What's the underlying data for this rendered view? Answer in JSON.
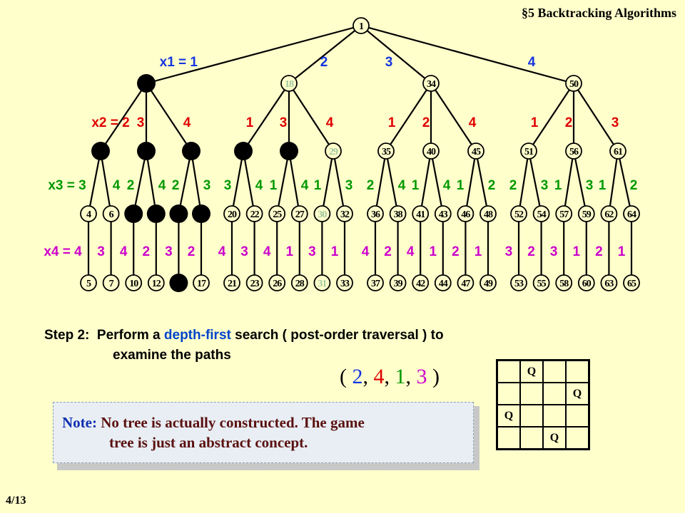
{
  "header": {
    "title": "§5  Backtracking Algorithms"
  },
  "page_number": "4/13",
  "colors": {
    "background": "#FFFFCC",
    "level1_label": "#1535E0",
    "level2_label": "#E00000",
    "level3_label": "#009900",
    "level4_label": "#CC00CC",
    "solution_node": "#A0C8A0",
    "node_fill": "#FFFFCC"
  },
  "tree": {
    "root_label": "1",
    "level1_labels": [
      "x1 = 1",
      "2",
      "3",
      "4"
    ],
    "level1_nodes": [
      "",
      "18",
      "34",
      "50"
    ],
    "level2_labels": [
      "x2 = 2",
      "3",
      "4",
      "1",
      "3",
      "4",
      "1",
      "2",
      "4",
      "1",
      "2",
      "3"
    ],
    "level2_nodes": [
      "",
      "",
      "",
      "",
      "",
      "29",
      "35",
      "40",
      "45",
      "51",
      "56",
      "61"
    ],
    "level3_labels": [
      "x3 = 3",
      "4",
      "2",
      "4",
      "2",
      "3",
      "3",
      "4",
      "1",
      "4",
      "1",
      "3",
      "2",
      "4",
      "1",
      "4",
      "1",
      "2",
      "2",
      "3",
      "1",
      "3",
      "1",
      "2"
    ],
    "level3_nodes": [
      "4",
      "6",
      "",
      "",
      "",
      "",
      "20",
      "22",
      "25",
      "27",
      "30",
      "32",
      "36",
      "38",
      "41",
      "43",
      "46",
      "48",
      "52",
      "54",
      "57",
      "59",
      "62",
      "64"
    ],
    "level4_labels": [
      "x4 = 4",
      "3",
      "4",
      "2",
      "3",
      "2",
      "4",
      "3",
      "4",
      "1",
      "3",
      "1",
      "4",
      "2",
      "4",
      "1",
      "2",
      "1",
      "3",
      "2",
      "3",
      "1",
      "2",
      "1"
    ],
    "level4_nodes": [
      "5",
      "7",
      "10",
      "12",
      "",
      "17",
      "21",
      "23",
      "26",
      "28",
      "31",
      "33",
      "37",
      "39",
      "42",
      "44",
      "47",
      "49",
      "53",
      "55",
      "58",
      "60",
      "63",
      "65"
    ],
    "dead_nodes": {
      "level1": [
        0
      ],
      "level2": [
        0,
        1,
        2,
        3,
        4
      ],
      "level3": [
        2,
        3,
        4,
        5
      ],
      "level4": [
        4
      ]
    },
    "solution_path": {
      "level1": 1,
      "level2": 5,
      "level3": 10,
      "level4": 10
    }
  },
  "step": {
    "prefix": "Step 2:",
    "text_a": "Perform a ",
    "keyword": "depth-first",
    "text_b": " search ( post-order traversal ) to",
    "line2": "examine the paths"
  },
  "solution_tuple": {
    "open": "( ",
    "values": [
      "2",
      "4",
      "1",
      "3"
    ],
    "close": " )"
  },
  "note": {
    "label": "Note:",
    "line1": "No tree is actually constructed.  The game",
    "line2": "tree is just an abstract concept."
  },
  "board": {
    "queen_symbol": "Q",
    "queens_columns_by_row": [
      2,
      4,
      1,
      3
    ]
  }
}
